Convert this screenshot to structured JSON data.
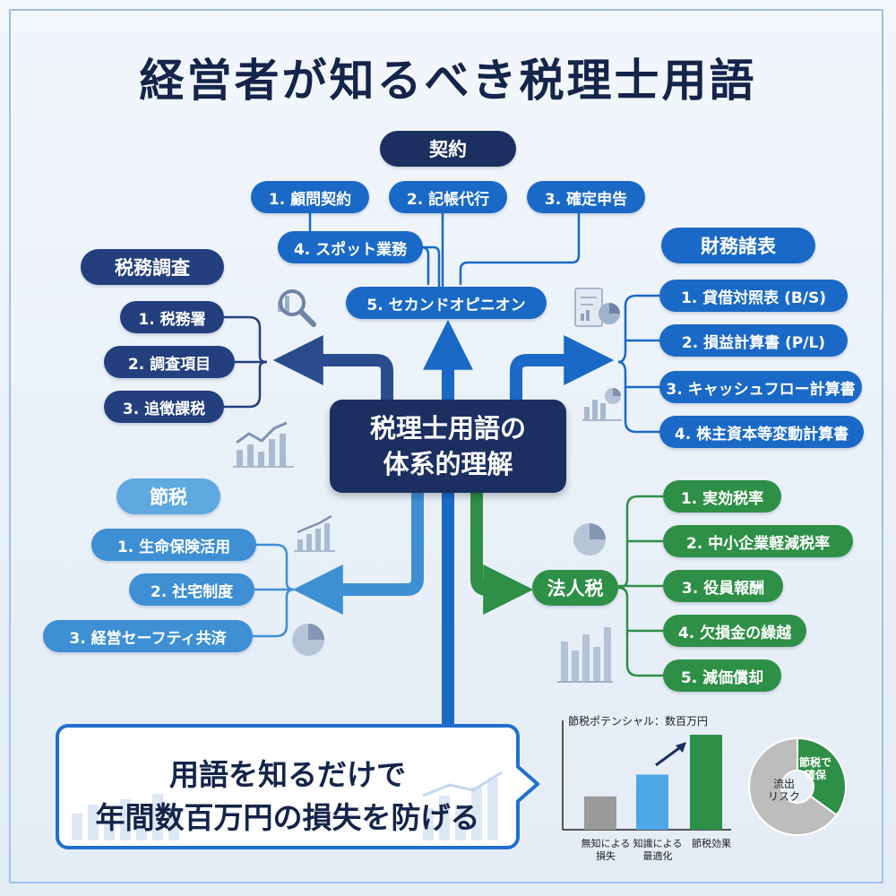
{
  "title": "経営者が知るべき税理士用語",
  "center": {
    "line1": "税理士用語の",
    "line2": "体系的理解"
  },
  "contract": {
    "heading": "契約",
    "items": [
      "1. 顧問契約",
      "2. 記帳代行",
      "3. 確定申告",
      "4. スポット業務",
      "5. セカンドオピニオン"
    ]
  },
  "audit": {
    "heading": "税務調査",
    "items": [
      "1. 税務署",
      "2. 調査項目",
      "3. 追徴課税"
    ]
  },
  "financial": {
    "heading": "財務諸表",
    "items": [
      "1. 貸借対照表 (B/S)",
      "2. 損益計算書 (P/L)",
      "3. キャッシュフロー計算書",
      "4. 株主資本等変動計算書"
    ]
  },
  "saving": {
    "heading": "節税",
    "items": [
      "1. 生命保険活用",
      "2. 社宅制度",
      "3. 経営セーフティ共済"
    ]
  },
  "corporate": {
    "heading": "法人税",
    "items": [
      "1. 実効税率",
      "2. 中小企業軽減税率",
      "3. 役員報酬",
      "4. 欠損金の繰越",
      "5. 減価償却"
    ]
  },
  "callout": {
    "line1": "用語を知るだけで",
    "line2": "年間数百万円の損失を防げる"
  },
  "colors": {
    "navy": "#1c2f61",
    "blue": "#1a69c7",
    "green": "#2e8f46",
    "gray": "#9a9a9a",
    "lightblue": "#4da6e6"
  },
  "chart_data": [
    {
      "type": "bar",
      "title": "節税ポテンシャル：数百万円",
      "categories": [
        "無知による損失",
        "知識による最適化",
        "節税効果"
      ],
      "category_lines": [
        [
          "無知による",
          "損失"
        ],
        [
          "知識による",
          "最適化"
        ],
        [
          "節税効果"
        ]
      ],
      "values": [
        35,
        58,
        100
      ],
      "colors": [
        "#9a9a9a",
        "#4da6e6",
        "#2e8f46"
      ],
      "ylim": [
        0,
        100
      ],
      "grid": false
    },
    {
      "type": "pie",
      "labels": [
        "節税で確保",
        "流出リスク"
      ],
      "label_lines": [
        [
          "節税で",
          "確保"
        ],
        [
          "流出",
          "リスク"
        ]
      ],
      "values": [
        35,
        65
      ],
      "colors": [
        "#2e8f46",
        "#bdbdbd"
      ]
    }
  ]
}
